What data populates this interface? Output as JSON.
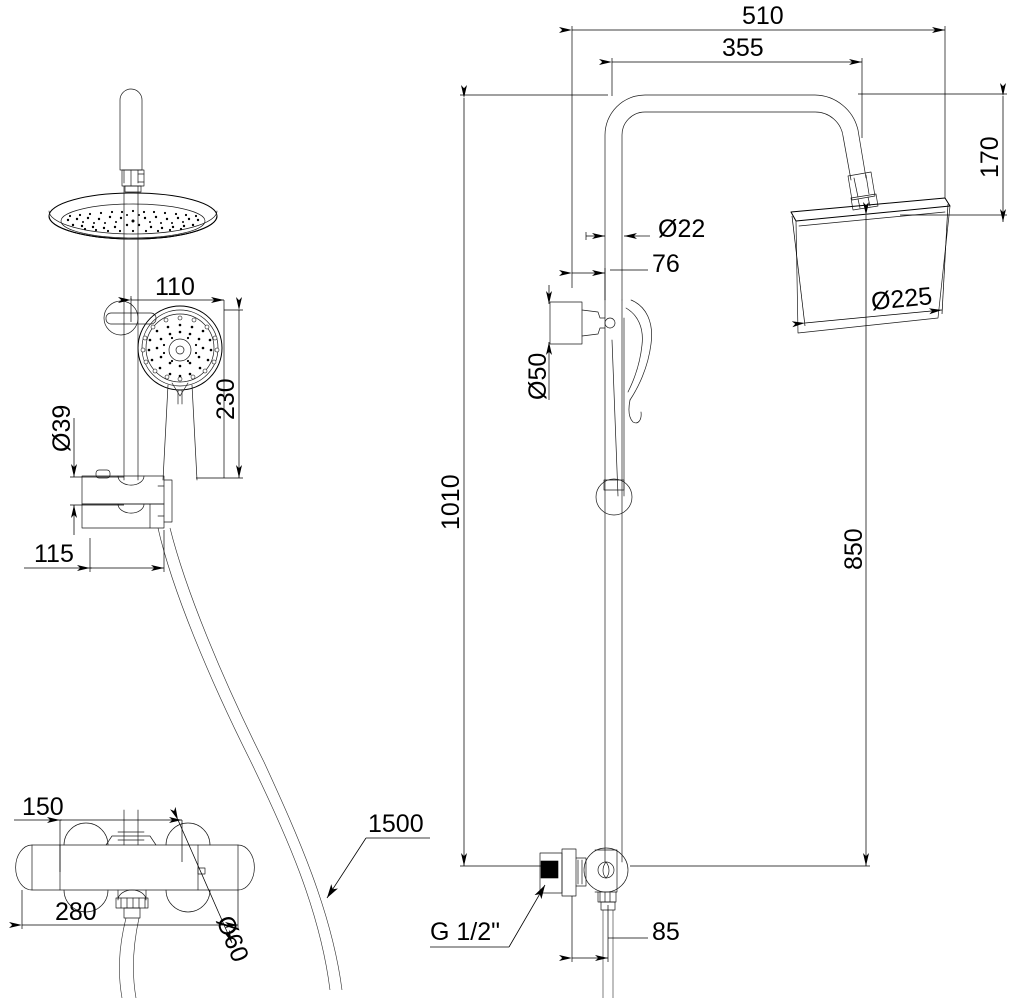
{
  "drawing": {
    "title": "Shower column dimensional drawing",
    "units": "mm",
    "views": [
      {
        "name": "front-view",
        "label": ""
      },
      {
        "name": "side-view",
        "label": ""
      }
    ]
  },
  "dimensions": {
    "front": {
      "hand_shower_offset": "110",
      "hand_shower_height": "230",
      "riser_pipe_dia": "Ø39",
      "valve_to_riser": "115",
      "inlet_centers": "150",
      "valve_body_width": "280",
      "handle_dia": "Ø60",
      "hose_length": "1500"
    },
    "side": {
      "overall_reach": "510",
      "arm_reach": "355",
      "head_drop": "170",
      "arm_pipe_dia": "Ø22",
      "riser_offset": "76",
      "bracket_dia": "Ø50",
      "head_dia": "Ø225",
      "overall_height": "1010",
      "head_height": "850",
      "valve_projection": "85",
      "inlet_thread": "G 1/2\""
    }
  },
  "callouts": [
    {
      "name": "hose-length-callout",
      "text": "1500"
    },
    {
      "name": "inlet-thread-callout",
      "text": "G 1/2\""
    }
  ],
  "colors": {
    "line": "#000000",
    "background": "#ffffff",
    "fill_marker": "#000000"
  }
}
